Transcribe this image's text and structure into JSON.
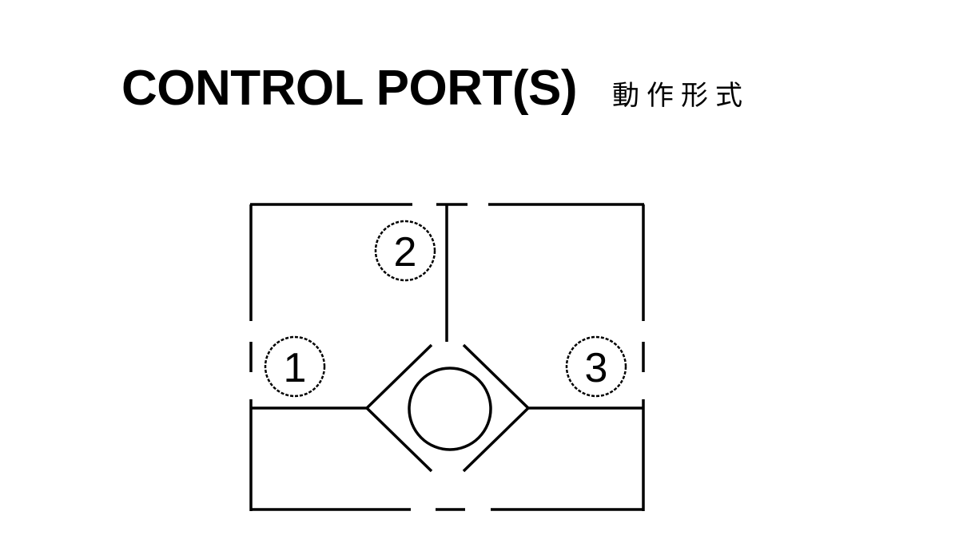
{
  "title": {
    "main": "CONTROL PORT(S)",
    "sub": "動作形式"
  },
  "ports": [
    {
      "id": "port-1",
      "label": "1"
    },
    {
      "id": "port-2",
      "label": "2"
    },
    {
      "id": "port-3",
      "label": "3"
    }
  ]
}
